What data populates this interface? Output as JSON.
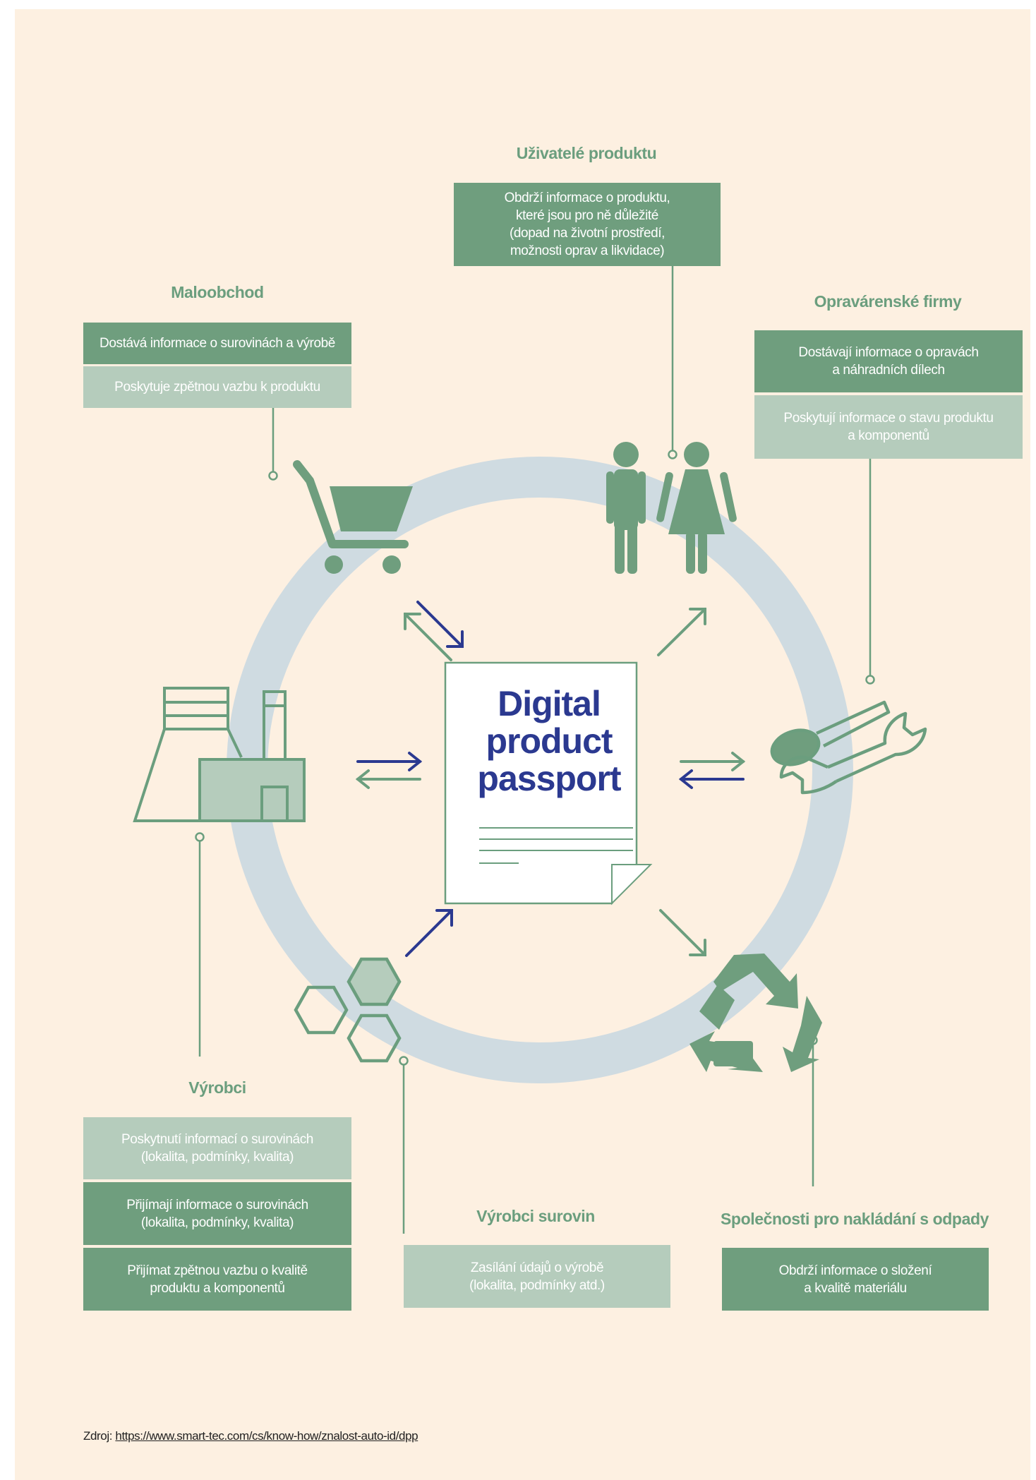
{
  "center": {
    "title_lines": [
      "Digital",
      "product",
      "passport"
    ]
  },
  "colors": {
    "background": "#fdf0e1",
    "green_dark": "#6f9e7e",
    "green_light": "#b5ccbc",
    "ring": "#cfdbe1",
    "arrow_blue": "#2b3990",
    "arrow_green": "#6b9e7e"
  },
  "nodes": {
    "uzivatele": {
      "title": "Uživatelé produktu",
      "icon": "people-icon",
      "boxes": [
        {
          "tone": "dark",
          "lines": [
            "Obdrží informace o produktu,",
            "které jsou pro ně důležité",
            "(dopad na životní prostředí,",
            "možnosti oprav a likvidace)"
          ]
        }
      ]
    },
    "maloobchod": {
      "title": "Maloobchod",
      "icon": "shopping-cart-icon",
      "boxes": [
        {
          "tone": "dark",
          "lines": [
            "Dostává informace o surovinách a výrobě"
          ]
        },
        {
          "tone": "light",
          "lines": [
            "Poskytuje zpětnou vazbu k produktu"
          ]
        }
      ]
    },
    "opravarenske": {
      "title": "Opravárenské firmy",
      "icon": "tools-icon",
      "boxes": [
        {
          "tone": "dark",
          "lines": [
            "Dostávají informace o opravách",
            "a náhradních dílech"
          ]
        },
        {
          "tone": "light",
          "lines": [
            "Poskytují informace o stavu produktu",
            "a komponentů"
          ]
        }
      ]
    },
    "vyrobci": {
      "title": "Výrobci",
      "icon": "factory-icon",
      "boxes": [
        {
          "tone": "light",
          "lines": [
            "Poskytnutí informací o surovinách",
            "(lokalita, podmínky, kvalita)"
          ]
        },
        {
          "tone": "dark",
          "lines": [
            "Přijímají informace o surovinách",
            "(lokalita, podmínky, kvalita)"
          ]
        },
        {
          "tone": "dark",
          "lines": [
            "Přijímat zpětnou vazbu o kvalitě",
            "produktu a komponentů"
          ]
        }
      ]
    },
    "vyrobci_surovin": {
      "title": "Výrobci surovin",
      "icon": "hexagons-icon",
      "boxes": [
        {
          "tone": "light",
          "lines": [
            "Zasílání údajů o výrobě",
            "(lokalita, podmínky atd.)"
          ]
        }
      ]
    },
    "odpady": {
      "title": "Společnosti pro nakládání s odpady",
      "icon": "recycle-icon",
      "boxes": [
        {
          "tone": "dark",
          "lines": [
            "Obdrží informace o složení",
            "a kvalitě materiálu"
          ]
        }
      ]
    }
  },
  "source": {
    "label": "Zdroj:",
    "url": "https://www.smart-tec.com/cs/know-how/znalost-auto-id/dpp"
  }
}
